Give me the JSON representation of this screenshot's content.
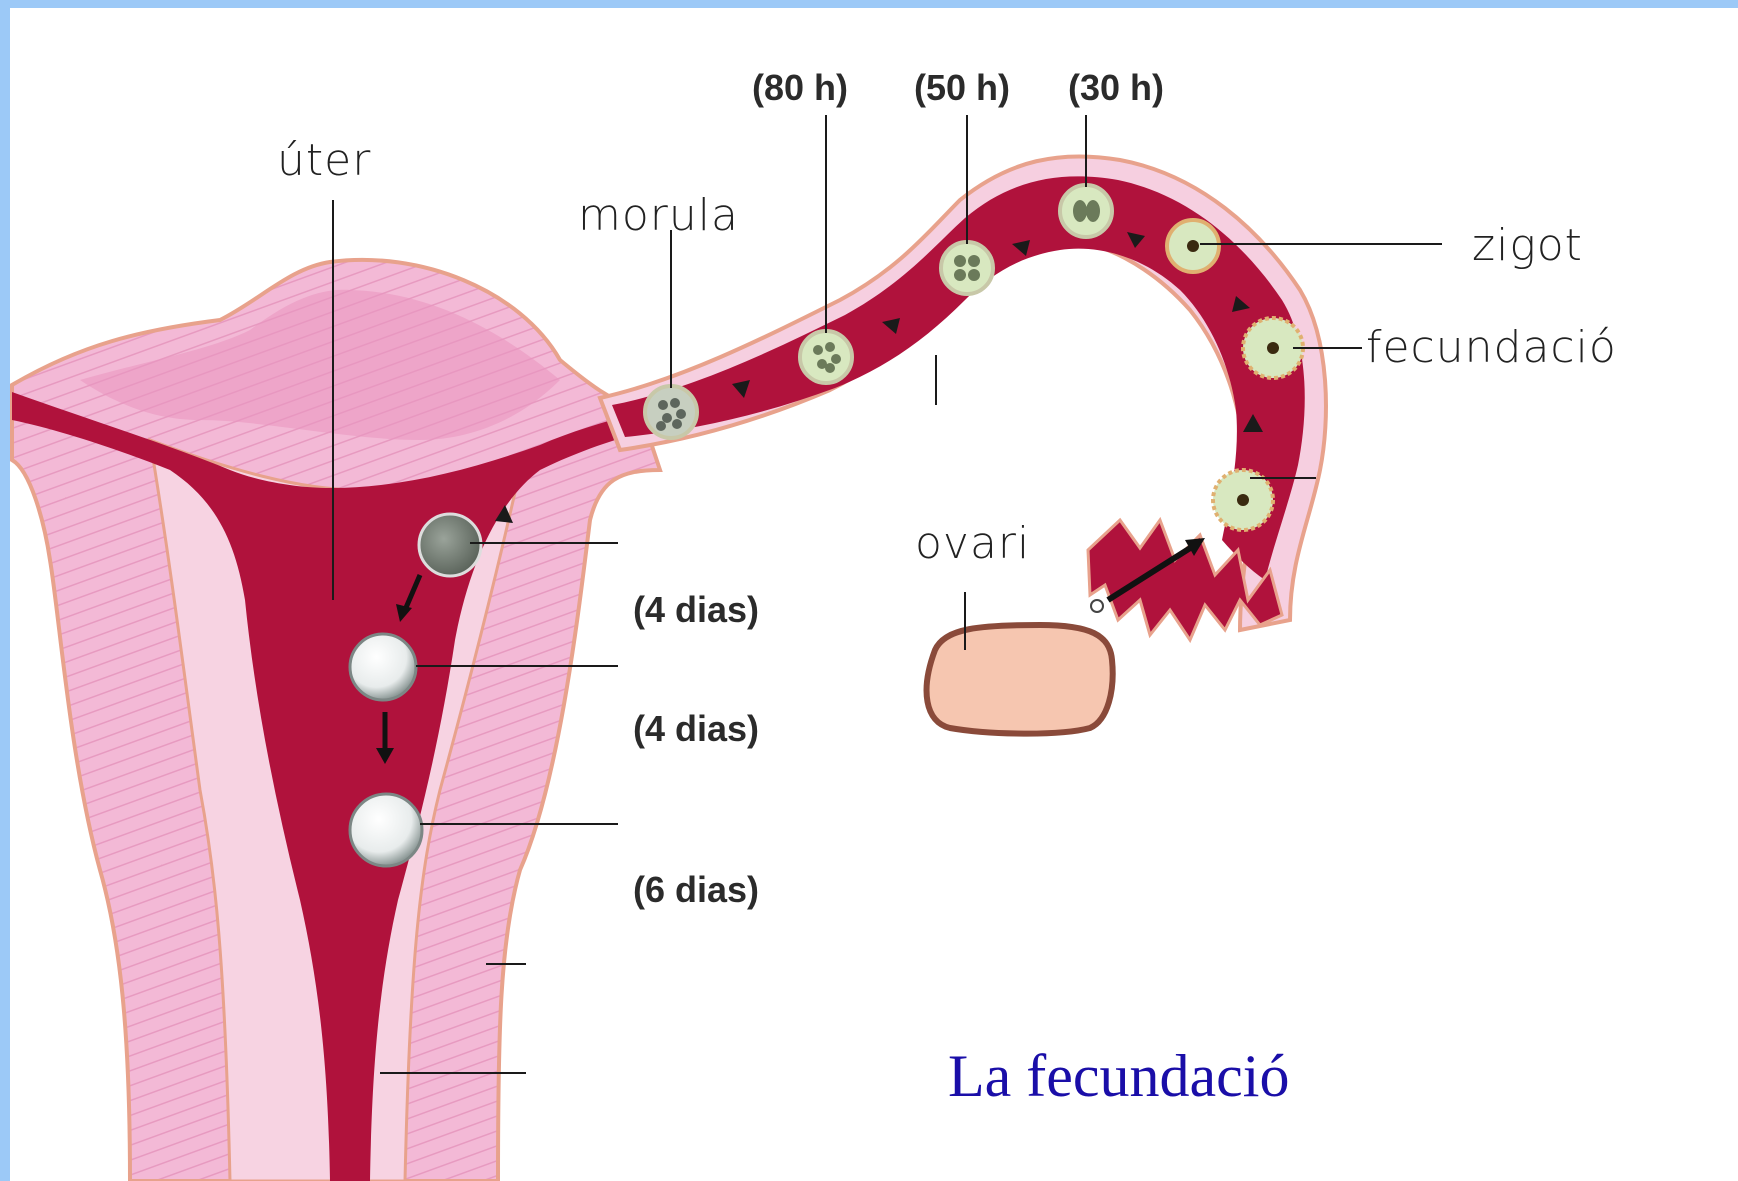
{
  "labels": {
    "uter": "úter",
    "morula": "morula",
    "zigot": "zigot",
    "fecundacio": "fecundació",
    "ovari": "ovari"
  },
  "times": {
    "h80": "(80 h)",
    "h50": "(50 h)",
    "h30": "(30 h)"
  },
  "days": {
    "d1": "(4 dias)",
    "d2": "(4 dias)",
    "d3": "(6 dias)"
  },
  "caption": "La fecundació",
  "colors": {
    "frame": "#9cc9f7",
    "tissue_light": "#f3b9d6",
    "tissue_stripe": "#e79ac0",
    "tissue_mid": "#f6cfe0",
    "outline": "#e8a28c",
    "lumen": "#b0123c",
    "embryo": "#d8e8c0",
    "ovary": "#f6c6b0",
    "caption": "#1a0ea8"
  }
}
